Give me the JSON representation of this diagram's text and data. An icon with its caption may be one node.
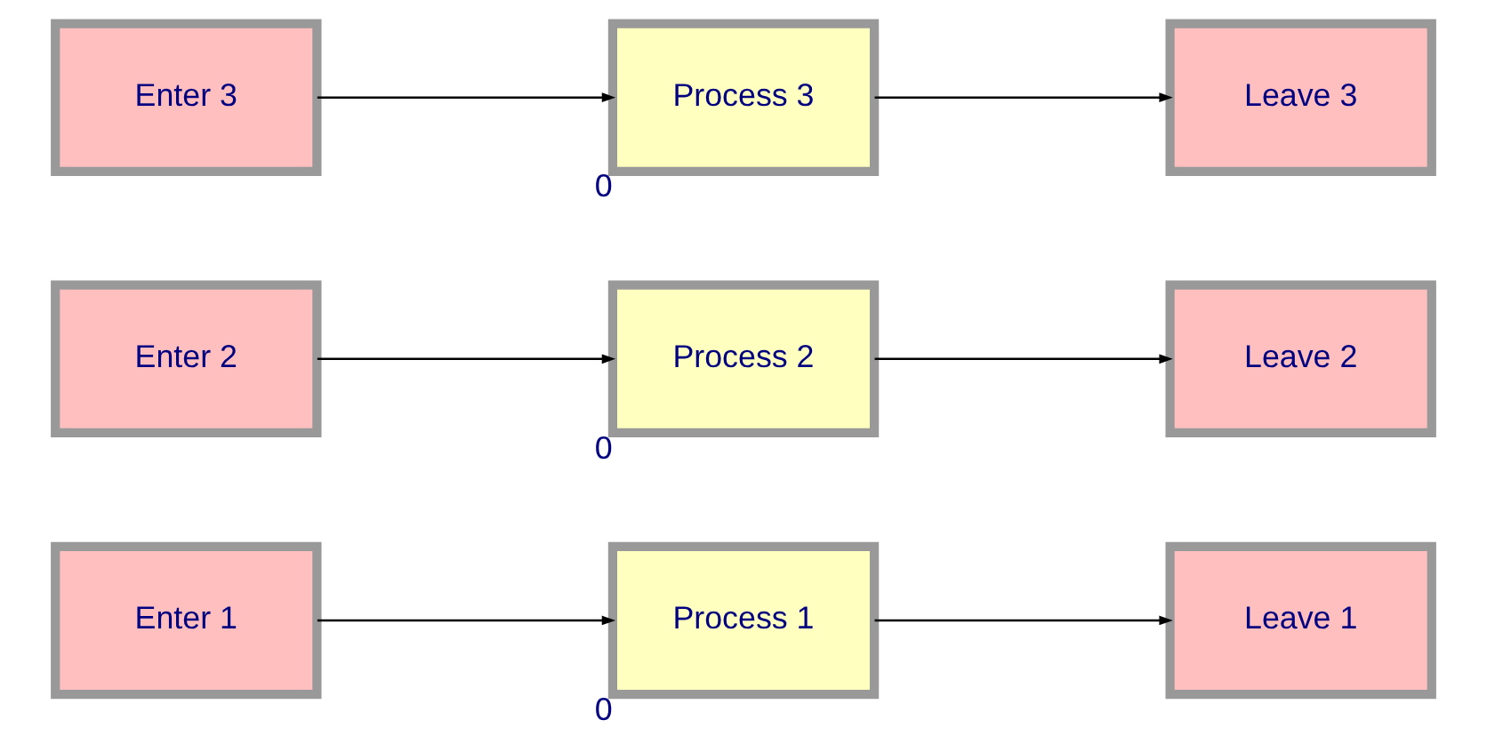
{
  "diagram": {
    "nodes": [
      {
        "text": [
          "Enter 1"
        ]
      },
      {
        "text": [
          "Process 1"
        ],
        "beside": [
          "0"
        ]
      },
      {
        "text": [
          "Leave 1"
        ]
      },
      {
        "text": [
          "Enter 2"
        ]
      },
      {
        "text": [
          "Process 2"
        ],
        "beside": [
          "0"
        ]
      },
      {
        "text": [
          "Leave 2"
        ]
      },
      {
        "text": [
          "Enter 3"
        ]
      },
      {
        "text": [
          "Process 3"
        ],
        "beside": [
          "0"
        ]
      },
      {
        "text": [
          "Leave 3"
        ]
      }
    ],
    "edges": [
      {
        "from": 0,
        "to": 1,
        "arrow": "to"
      },
      {
        "from": 1,
        "to": 2,
        "arrow": "to"
      },
      {
        "from": 3,
        "to": 4,
        "arrow": "to"
      },
      {
        "from": 4,
        "to": 5,
        "arrow": "to"
      },
      {
        "from": 6,
        "to": 7,
        "arrow": "to"
      },
      {
        "from": 7,
        "to": 8,
        "arrow": "to"
      }
    ]
  }
}
